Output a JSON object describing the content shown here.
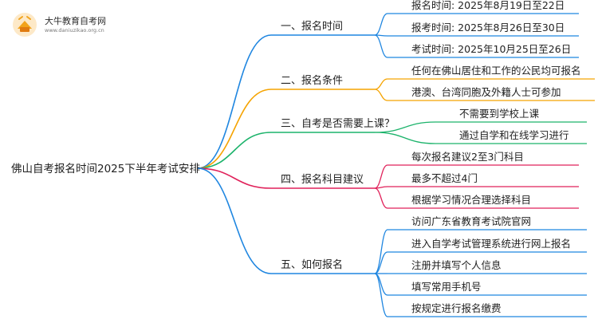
{
  "logo": {
    "title": "大牛教育自考网",
    "url_text": "www.daniuzikao.org.cn"
  },
  "root": {
    "label": "佛山自考报名时间2025下半年考试安排"
  },
  "branches": [
    {
      "label": "一、报名时间",
      "color": "#1f86e0",
      "items": [
        "报名时间: 2025年8月19日至22日",
        "报考时间: 2025年8月26日至30日",
        "考试时间: 2025年10月25日至26日"
      ]
    },
    {
      "label": "二、报名条件",
      "color": "#f5a300",
      "items": [
        "任何在佛山居住和工作的公民均可报名",
        "港澳、台湾同胞及外籍人士可参加"
      ]
    },
    {
      "label": "三、自考是否需要上课？",
      "color": "#1cb36b",
      "items": [
        "不需要到学校上课",
        "通过自学和在线学习进行"
      ]
    },
    {
      "label": "四、报名科目建议",
      "color": "#e0215a",
      "items": [
        "每次报名建议2至3门科目",
        "最多不超过4门",
        "根据学习情况合理选择科目"
      ]
    },
    {
      "label": "五、如何报名",
      "color": "#1f86e0",
      "items": [
        "访问广东省教育考试院官网",
        "进入自学考试管理系统进行网上报名",
        "注册并填写个人信息",
        "填写常用手机号",
        "按规定进行报名缴费"
      ]
    }
  ]
}
